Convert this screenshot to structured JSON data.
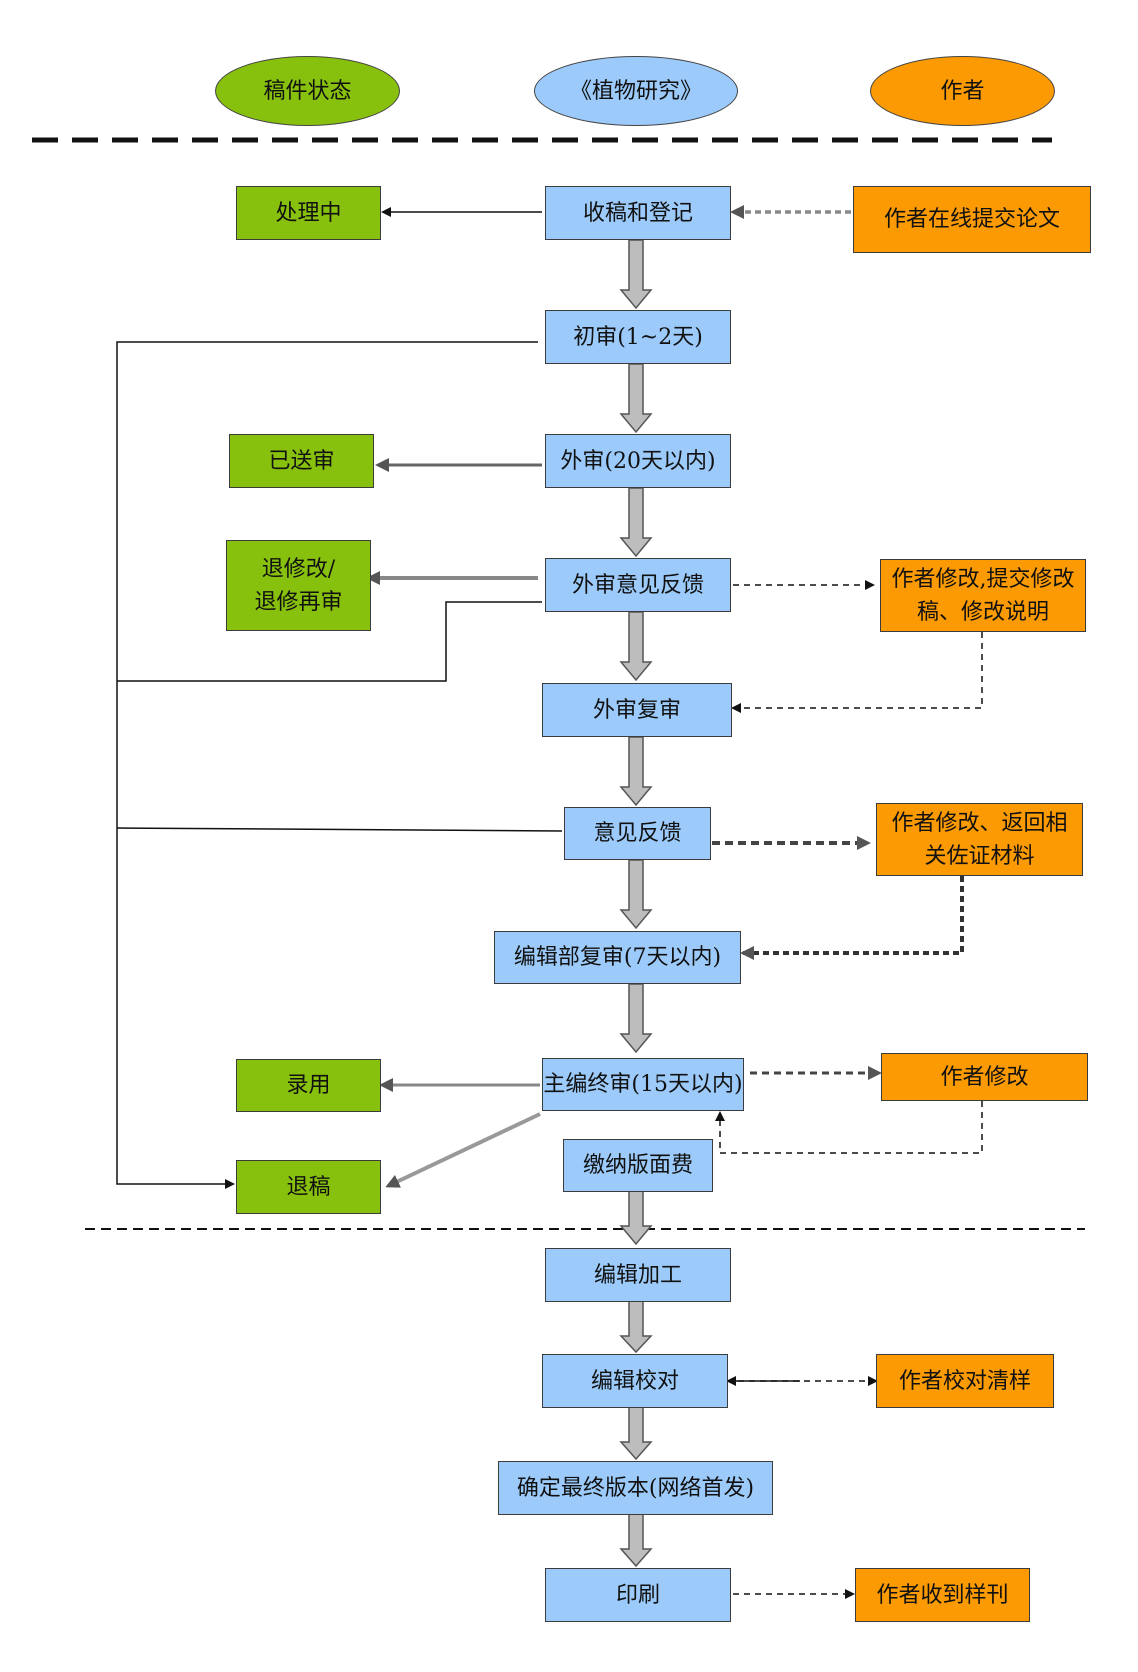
{
  "columns": {
    "status": "稿件状态",
    "journal": "《植物研究》",
    "author": "作者"
  },
  "colors": {
    "journal_box": "#9ccbfb",
    "status_box": "#88c10d",
    "author_box": "#fb9a02"
  },
  "journal_steps": {
    "receive": "收稿和登记",
    "initial_review": "初审(1~2天)",
    "external_review": "外审(20天以内)",
    "review_feedback": "外审意见反馈",
    "re_review": "外审复审",
    "opinion_feedback": "意见反馈",
    "editorial_re_review": "编辑部复审(7天以内)",
    "final_review": "主编终审(15天以内)",
    "page_fee": "缴纳版面费",
    "editing": "编辑加工",
    "proofreading": "编辑校对",
    "final_version": "确定最终版本(网络首发)",
    "printing": "印刷"
  },
  "status_items": {
    "processing": "处理中",
    "sent_for_review": "已送审",
    "revision_line1": "退修改/",
    "revision_line2": "退修再审",
    "accepted": "录用",
    "rejected": "退稿"
  },
  "author_actions": {
    "submit": "作者在线提交论文",
    "revise_line1": "作者修改,提交修改",
    "revise_line2": "稿、修改说明",
    "revise_return_line1": "作者修改、返回相",
    "revise_return_line2": "关佐证材料",
    "revise_simple": "作者修改",
    "proof_check": "作者校对清样",
    "receive_copy": "作者收到样刊"
  }
}
